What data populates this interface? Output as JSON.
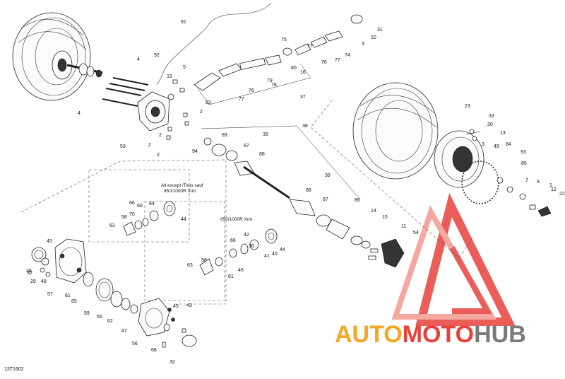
{
  "diagram_code": "13T1602",
  "notes": {
    "all_except": "All except /Tous sauf",
    "all_except_model": "850/1000R Xmr",
    "model_only": "850/1000R Xmr"
  },
  "watermark": {
    "part1": "AUTO",
    "part2": "MOTO",
    "part3": "HUB",
    "colors": {
      "orange": "#f5a623",
      "red": "#e8413c",
      "gray": "#7a7a7a"
    }
  },
  "callouts": [
    "91",
    "31",
    "10",
    "3",
    "75",
    "77",
    "74",
    "76",
    "77",
    "80",
    "16",
    "79",
    "78",
    "76",
    "77",
    "83",
    "37",
    "92",
    "4",
    "19",
    "5",
    "2",
    "4",
    "2",
    "53",
    "2",
    "2",
    "23",
    "33",
    "20",
    "13",
    "3",
    "94",
    "89",
    "87",
    "88",
    "39",
    "38",
    "49",
    "84",
    "93",
    "85",
    "39",
    "88",
    "87",
    "86",
    "9",
    "7",
    "1",
    "12",
    "22",
    "14",
    "15",
    "11",
    "54",
    "66",
    "60",
    "64",
    "58",
    "70",
    "44",
    "63",
    "43",
    "32",
    "28",
    "29",
    "48",
    "57",
    "61",
    "65",
    "59",
    "55",
    "62",
    "47",
    "45",
    "43",
    "42",
    "66",
    "36",
    "41",
    "40",
    "44",
    "58",
    "46",
    "61",
    "63",
    "56",
    "68",
    "32"
  ]
}
